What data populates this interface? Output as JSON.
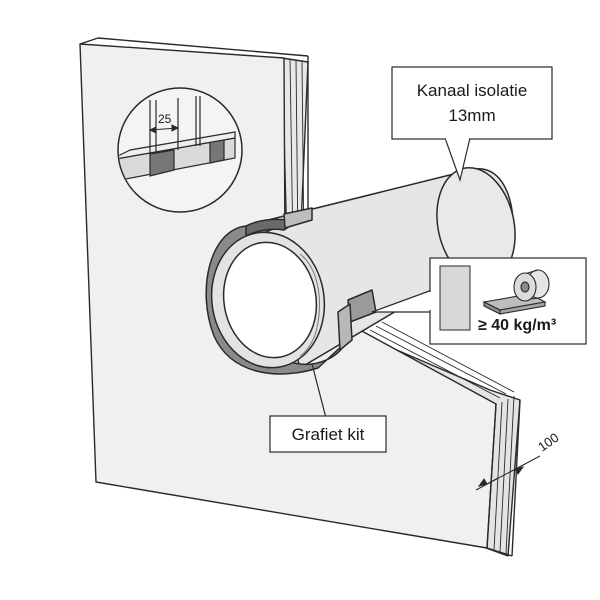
{
  "callouts": {
    "insulation_line1": "Kanaal isolatie",
    "insulation_line2": "13mm",
    "sealant": "Grafiet kit",
    "density": "≥ 40 kg/m³"
  },
  "dimensions": {
    "detail_gap": "25",
    "wall_thickness": "100"
  },
  "colors": {
    "outline": "#2a2a2a",
    "wall_face": "#f0f0f0",
    "wall_edge": "#e2e2e2",
    "insulation": "#e6e6e6",
    "graphite": "#8a8a8a",
    "graphite_dark": "#6a6a6a",
    "swatch": "#d8d8d8"
  }
}
